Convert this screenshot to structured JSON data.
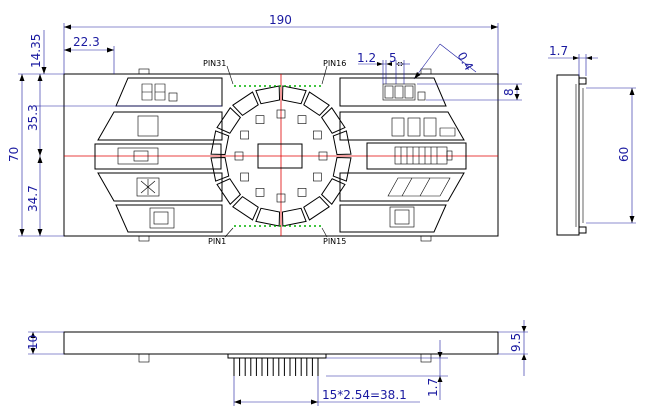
{
  "front_view": {
    "dims": {
      "width_total": "190",
      "offset_left": "22.3",
      "top_margin": "14.35",
      "upper_height": "35.3",
      "overall_height": "70",
      "lower_height": "34.7",
      "small_a": "1.2",
      "small_b": "5",
      "diag": "0.4",
      "char_height": "8"
    },
    "pins": {
      "pin31": "PIN31",
      "pin16": "PIN16",
      "pin1": "PIN1",
      "pin15": "PIN15"
    }
  },
  "side_view": {
    "dims": {
      "thickness_top": "1.7",
      "height": "60"
    }
  },
  "bottom_view": {
    "dims": {
      "left_height": "10",
      "right_height": "9.5",
      "pin_pitch": "15*2.54=38.1",
      "pin_length": "1.7"
    }
  },
  "colors": {
    "dimension": "#1a1aa0",
    "centerline": "#e00000",
    "pin_marks": "#00b000"
  }
}
